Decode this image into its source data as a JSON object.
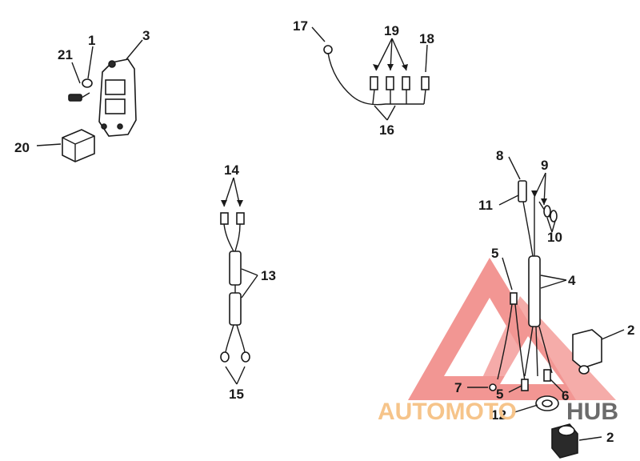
{
  "diagram": {
    "callouts": [
      {
        "id": "c1",
        "text": "1"
      },
      {
        "id": "c3",
        "text": "3"
      },
      {
        "id": "c21",
        "text": "21"
      },
      {
        "id": "c20",
        "text": "20"
      },
      {
        "id": "c17",
        "text": "17"
      },
      {
        "id": "c19",
        "text": "19"
      },
      {
        "id": "c18",
        "text": "18"
      },
      {
        "id": "c16",
        "text": "16"
      },
      {
        "id": "c14",
        "text": "14"
      },
      {
        "id": "c13",
        "text": "13"
      },
      {
        "id": "c15",
        "text": "15"
      },
      {
        "id": "c8",
        "text": "8"
      },
      {
        "id": "c9",
        "text": "9"
      },
      {
        "id": "c11",
        "text": "11"
      },
      {
        "id": "c10",
        "text": "10"
      },
      {
        "id": "c5a",
        "text": "5"
      },
      {
        "id": "c4",
        "text": "4"
      },
      {
        "id": "c2a",
        "text": "2"
      },
      {
        "id": "c7",
        "text": "7"
      },
      {
        "id": "c5b",
        "text": "5"
      },
      {
        "id": "c6",
        "text": "6"
      },
      {
        "id": "c12",
        "text": "12"
      },
      {
        "id": "c2b",
        "text": "2"
      }
    ]
  },
  "watermark": {
    "text_left": "AUTOMOTO",
    "text_right": "HUB",
    "color": "#e8413c"
  }
}
